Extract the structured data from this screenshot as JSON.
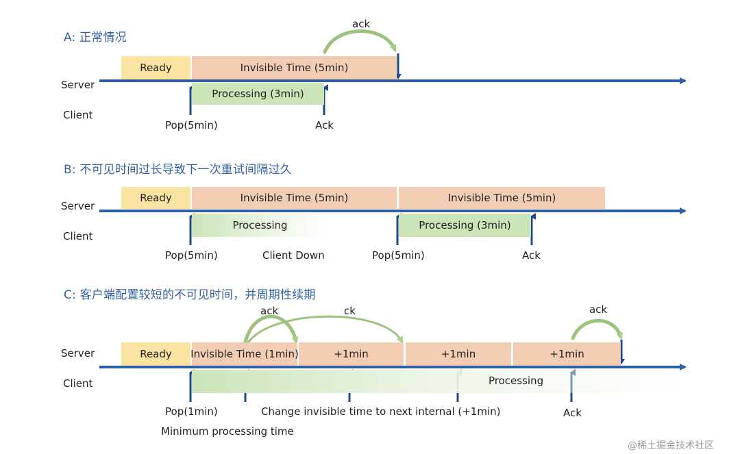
{
  "sections": {
    "a": {
      "title": "A: 正常情况",
      "server_label": "Server",
      "client_label": "Client",
      "ready": "Ready",
      "invisible": "Invisible Time (5min)",
      "processing": "Processing (3min)",
      "ack_arc": "ack",
      "pop": "Pop(5min)",
      "ack": "Ack"
    },
    "b": {
      "title": "B: 不可见时间过长导致下一次重试间隔过久",
      "server_label": "Server",
      "client_label": "Client",
      "ready": "Ready",
      "invisible_1": "Invisible Time (5min)",
      "invisible_2": "Invisible Time (5min)",
      "processing_1": "Processing",
      "processing_2": "Processing (3min)",
      "pop_1": "Pop(5min)",
      "client_down": "Client Down",
      "pop_2": "Pop(5min)",
      "ack": "Ack"
    },
    "c": {
      "title": "C: 客户端配置较短的不可见时间，并周期性续期",
      "server_label": "Server",
      "client_label": "Client",
      "ready": "Ready",
      "invisible": "Invisible Time (1min)",
      "plus_1": "+1min",
      "plus_2": "+1min",
      "plus_3": "+1min",
      "processing": "Processing",
      "ack_arc_1": "ack",
      "ack_arc_2": "ck",
      "ack_arc_3": "ack",
      "pop": "Pop(1min)",
      "change": "Change invisible time to next internal (+1min)",
      "ack": "Ack",
      "min_processing": "Minimum processing time"
    }
  },
  "watermark": "@稀土掘金技术社区",
  "colors": {
    "timeline": "#2f5fa0",
    "ready": "#fbe3a2",
    "invisible": "#f3cdb3",
    "processing": "#cbe4b8",
    "arc": "#9cc27f",
    "title": "#2f5fa0"
  }
}
